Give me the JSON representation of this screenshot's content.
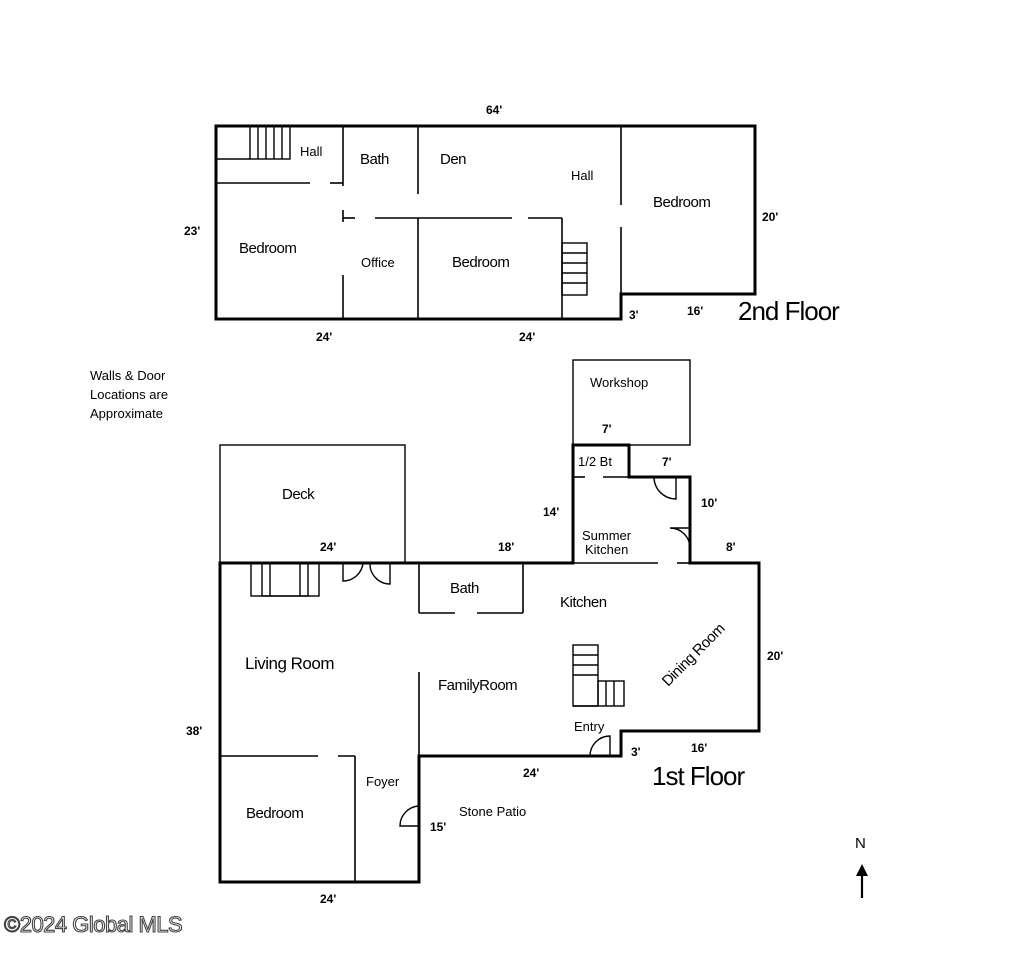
{
  "second_floor": {
    "title": "2nd Floor",
    "rooms": {
      "hall_left": "Hall",
      "bath": "Bath",
      "den": "Den",
      "hall_right": "Hall",
      "bedroom_east": "Bedroom",
      "bedroom_west": "Bedroom",
      "office": "Office",
      "bedroom_center": "Bedroom"
    },
    "dims": {
      "top": "64'",
      "left": "23'",
      "right": "20'",
      "bottom_left": "24'",
      "bottom_center": "24'",
      "step": "3'",
      "bottom_right": "16'"
    }
  },
  "first_floor": {
    "title": "1st Floor",
    "rooms": {
      "workshop": "Workshop",
      "half_bath": "1/2 Bt",
      "deck": "Deck",
      "summer_kitchen_1": "Summer",
      "summer_kitchen_2": "Kitchen",
      "bath": "Bath",
      "kitchen": "Kitchen",
      "living_room": "Living Room",
      "family_room": "FamilyRoom",
      "dining_room": "Dining Room",
      "entry": "Entry",
      "foyer": "Foyer",
      "bedroom": "Bedroom",
      "stone_patio": "Stone Patio"
    },
    "dims": {
      "workshop_7a": "7'",
      "workshop_7b": "7'",
      "d14": "14'",
      "d10": "10'",
      "deck_24": "24'",
      "d18": "18'",
      "d8": "8'",
      "d20": "20'",
      "d38": "38'",
      "d3": "3'",
      "d16": "16'",
      "d24_mid": "24'",
      "d15": "15'",
      "d24_bottom": "24'"
    }
  },
  "note_lines": [
    "Walls & Door",
    "Locations are",
    "Approximate"
  ],
  "north_label": "N",
  "watermark": "©2024 Global MLS"
}
